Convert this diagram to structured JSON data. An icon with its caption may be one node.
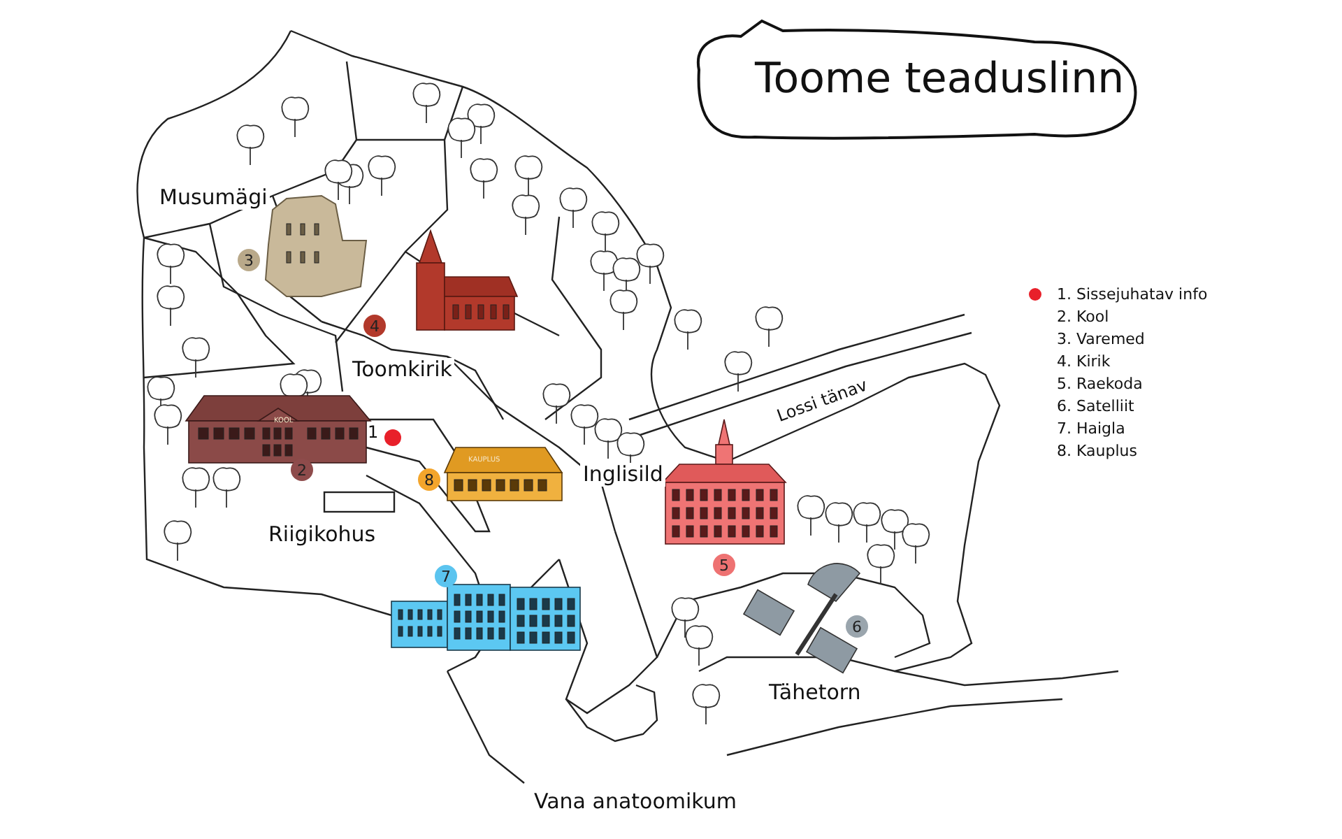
{
  "diagram": {
    "title": "Toome teaduslinn",
    "nodes": [
      {
        "text": [
          "3"
        ]
      },
      {
        "text": [
          "4"
        ]
      },
      {
        "text": [],
        "shape": "circle",
        "beside": [
          "1"
        ]
      },
      {
        "text": [
          "2"
        ]
      },
      {
        "text": [
          "8"
        ]
      },
      {
        "text": [
          "5"
        ]
      },
      {
        "text": [
          "7"
        ]
      },
      {
        "text": [
          "6"
        ]
      }
    ],
    "labels": [
      "Musumägi",
      "Toomkirik",
      "Lossi tänav",
      "KOOL",
      "KAUPLUS",
      "Inglisild",
      "Riigikohus",
      "Tähetorn",
      "Vana anatoomikum"
    ],
    "legend": [
      {
        "text": "1. Sissejuhatav info",
        "color": "#e8202a"
      },
      {
        "text": "2. Kool"
      },
      {
        "text": "3. Varemed"
      },
      {
        "text": "4. Kirik"
      },
      {
        "text": "5. Raekoda"
      },
      {
        "text": "6. Satelliit"
      },
      {
        "text": "7. Haigla"
      },
      {
        "text": "8. Kauplus"
      }
    ]
  }
}
